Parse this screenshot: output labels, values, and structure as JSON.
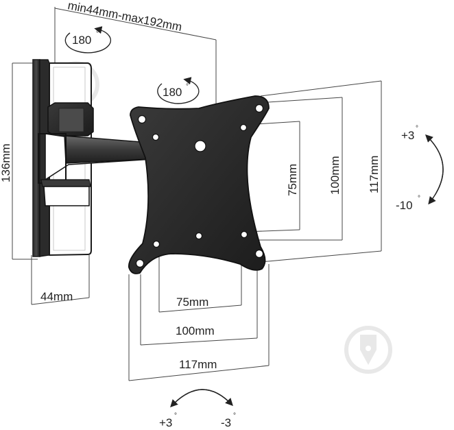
{
  "labels": {
    "arm_extension": "min44mm-max192mm",
    "swivel_wall": "180",
    "swivel_plate": "180",
    "wall_plate_height": "136mm",
    "wall_plate_width": "44mm",
    "vesa_75_vertical": "75mm",
    "vesa_100_vertical": "100mm",
    "vesa_117_vertical": "117mm",
    "vesa_75_horizontal": "75mm",
    "vesa_100_horizontal": "100mm",
    "vesa_117_horizontal": "117mm",
    "tilt_up": "+3",
    "tilt_down": "-10",
    "rotate_left": "+3",
    "rotate_right": "-3"
  },
  "colors": {
    "line": "#444444",
    "bracket_dark": "#1a1a1a",
    "bracket_mid": "#3a3a3a",
    "bracket_light": "#5a5a5a",
    "watermark": "#e6e6e6"
  },
  "icons": {
    "watermark": "pen-nib-logo-icon",
    "rotation": "rotation-arrow-icon"
  }
}
